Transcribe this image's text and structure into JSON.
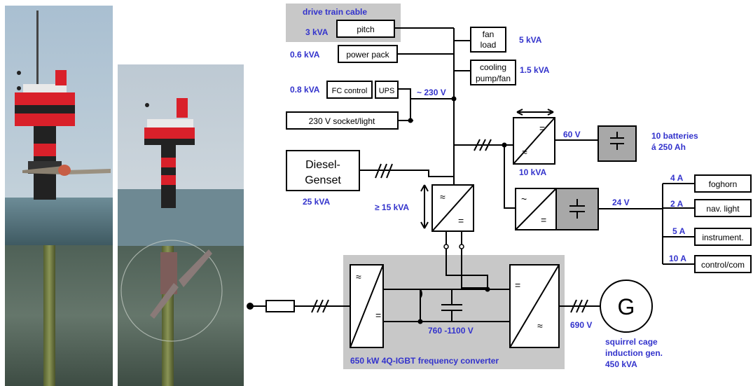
{
  "photos": {
    "left_icon": "tidal-turbine-raised-photo",
    "right_icon": "tidal-turbine-submerged-photo"
  },
  "diagram": {
    "drive_train_cable": "drive train cable",
    "pitch": {
      "power": "3 kVA",
      "label": "pitch"
    },
    "power_pack": {
      "power": "0.6 kVA",
      "label": "power pack"
    },
    "fc_control": {
      "power": "0.8 kVA",
      "label": "FC control"
    },
    "ups": "UPS",
    "voltage_230": "~ 230 V",
    "socket_light": "230 V socket/light",
    "fan_load": {
      "line1": "fan",
      "line2": "load",
      "power": "5 kVA"
    },
    "cooling": {
      "line1": "cooling",
      "line2": "pump/fan",
      "power": "1.5 kVA"
    },
    "diesel": {
      "line1": "Diesel-",
      "line2": "Genset",
      "power": "25 kVA"
    },
    "charger": {
      "power": "10 kVA",
      "voltage": "60 V",
      "dc_symbol": "=",
      "ac_symbol": "≈"
    },
    "batteries": {
      "line1": "10 batteries",
      "line2": "á 250 Ah"
    },
    "inverter_24": {
      "voltage": "24 V",
      "ac_symbol": "~",
      "dc_symbol": "="
    },
    "aux_converter": {
      "power": "≥ 15 kVA",
      "ac_symbol": "≈",
      "dc_symbol": "="
    },
    "loads": [
      {
        "current": "4 A",
        "label": "foghorn"
      },
      {
        "current": "2 A",
        "label": "nav. light"
      },
      {
        "current": "5 A",
        "label": "instrument."
      },
      {
        "current": "10 A",
        "label": "control/com"
      }
    ],
    "frequency_converter": {
      "label": "650 kW 4Q-IGBT frequency converter",
      "dc_link": "760 -1100 V",
      "left_ac": "≈",
      "left_dc": "=",
      "right_dc": "=",
      "right_ac": "≈"
    },
    "generator": {
      "symbol": "G",
      "voltage": "690 V",
      "line1": "squirrel cage",
      "line2": "induction gen.",
      "line3": "450 kVA"
    }
  }
}
